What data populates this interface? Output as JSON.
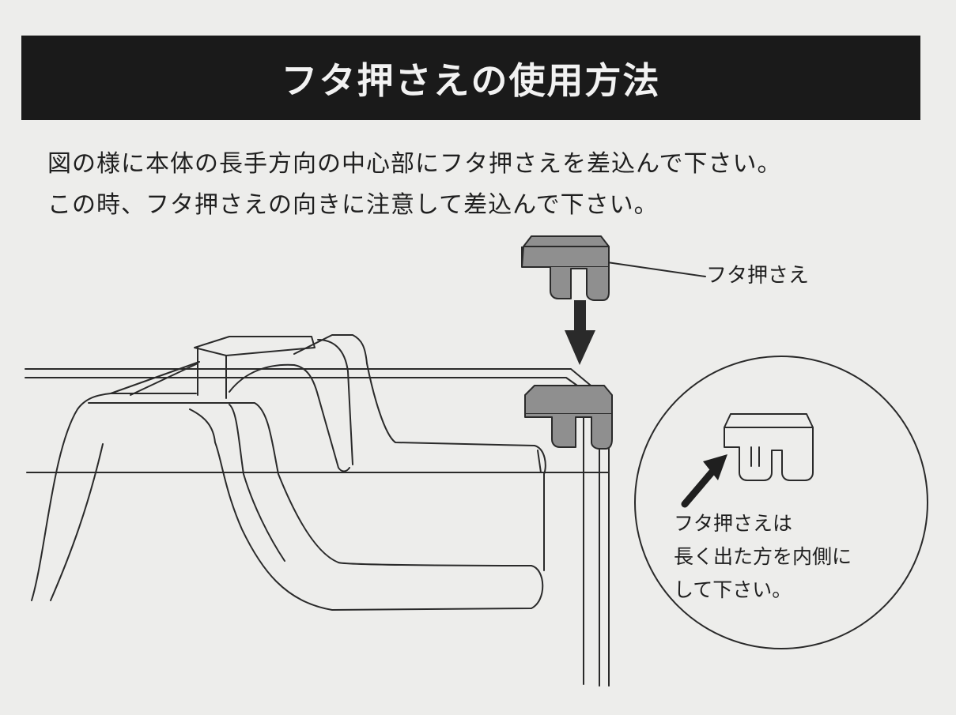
{
  "title": "フタ押さえの使用方法",
  "instructions": [
    "図の様に本体の長手方向の中心部にフタ押さえを差込んで下さい。",
    "この時、フタ押さえの向きに注意して差込んで下さい。"
  ],
  "part_label": "フタ押さえ",
  "detail_note": [
    "フタ押さえは",
    "長く出た方を内側に",
    "して下さい。"
  ],
  "colors": {
    "title_background": "#1a1a1a",
    "page_background": "#ededeb",
    "part_fill": "#8f8f8f",
    "line": "#2a2a2a"
  }
}
